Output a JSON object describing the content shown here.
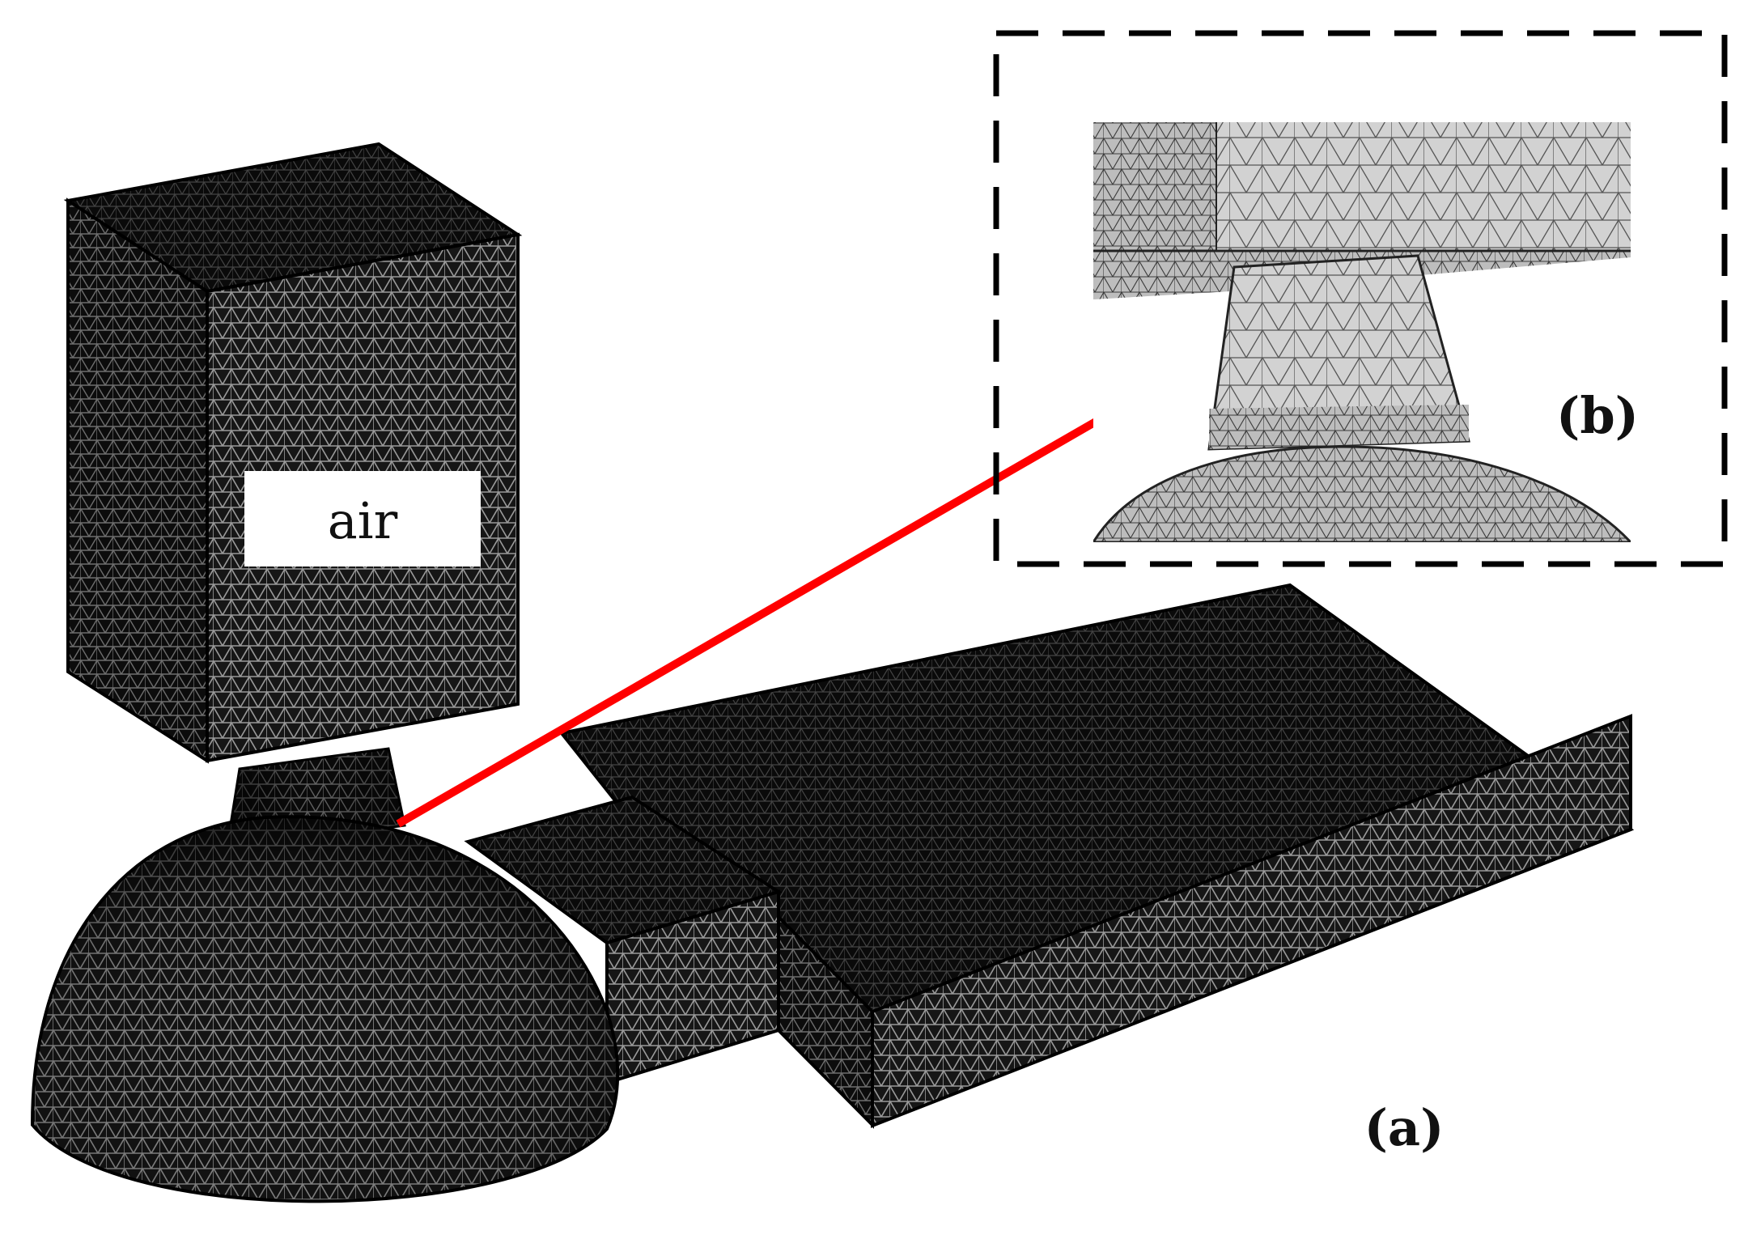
{
  "labels": {
    "region": "air",
    "panel_a": "(a)",
    "panel_b": "(b)"
  },
  "colors": {
    "mesh_body": "#1a1a1a",
    "mesh_line": "#a9a9a9",
    "inset_mesh_fill": "#cfcfcf",
    "inset_mesh_line": "#4a4a4a",
    "arrow": "#ff0000",
    "inset_border": "#000000"
  }
}
